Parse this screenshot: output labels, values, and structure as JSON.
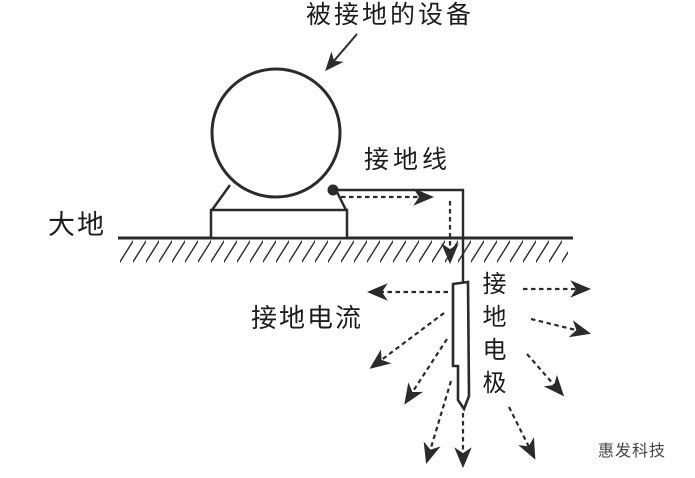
{
  "labels": {
    "equipment": "被接地的设备",
    "earth": "大地",
    "grounding_wire": "接地线",
    "grounding_current": "接地电流",
    "grounding_electrode": "接地电极"
  },
  "watermark": "惠发科技",
  "colors": {
    "line": "#2b2b2b",
    "text": "#1c1c1c",
    "watermark": "#45454d",
    "background": "#ffffff"
  }
}
